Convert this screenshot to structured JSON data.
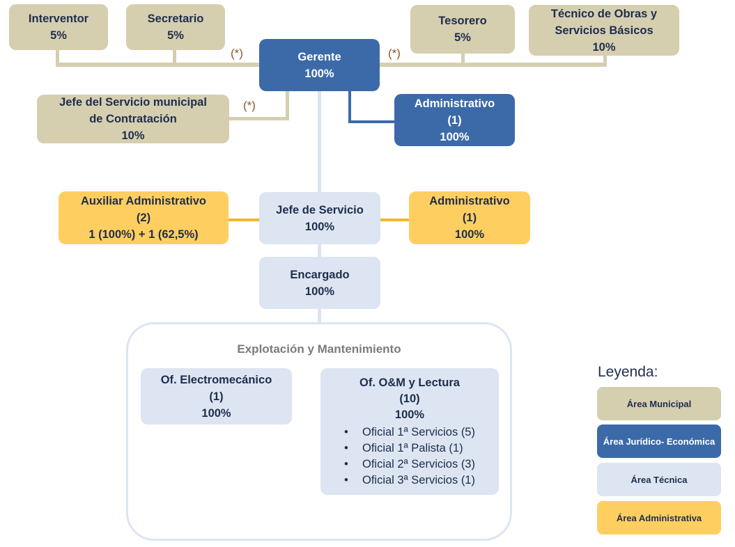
{
  "colors": {
    "area_municipal": "#d5cfb0",
    "area_juridico_economica": "#3c6aa8",
    "area_tecnica": "#dce5f1",
    "area_administrativa": "#fecf60",
    "text_dark": "#1f2d4d"
  },
  "nodes": {
    "interventor": {
      "title": "Interventor",
      "pct": "5%"
    },
    "secretario": {
      "title": "Secretario",
      "pct": "5%"
    },
    "tesorero": {
      "title": "Tesorero",
      "pct": "5%"
    },
    "tecnico_obras": {
      "title_1": "Técnico de Obras y",
      "title_2": "Servicios Básicos",
      "pct": "10%"
    },
    "gerente": {
      "title": "Gerente",
      "pct": "100%"
    },
    "jefe_contratacion": {
      "title_1": "Jefe del Servicio municipal",
      "title_2": "de Contratación",
      "pct": "10%"
    },
    "administrativo_jur": {
      "title": "Administrativo",
      "count": "(1)",
      "pct": "100%"
    },
    "auxiliar_admin": {
      "title": "Auxiliar Administrativo",
      "count": "(2)",
      "pct": "1 (100%) + 1 (62,5%)"
    },
    "jefe_servicio": {
      "title": "Jefe de Servicio",
      "pct": "100%"
    },
    "administrativo_adm": {
      "title": "Administrativo",
      "count": "(1)",
      "pct": "100%"
    },
    "encargado": {
      "title": "Encargado",
      "pct": "100%"
    }
  },
  "asterisk_note": "(*)",
  "group": {
    "title": "Explotación y Mantenimiento",
    "electromecanico": {
      "title": "Of. Electromecánico",
      "count": "(1)",
      "pct": "100%"
    },
    "om_lectura": {
      "title": "Of. O&M y Lectura",
      "count": "(10)",
      "pct": "100%",
      "bullet": "•",
      "items": [
        "Oficial 1ª Servicios (5)",
        "Oficial 1ª Palista (1)",
        "Oficial 2ª Servicios (3)",
        "Oficial 3ª Servicios (1)"
      ]
    }
  },
  "legend": {
    "title": "Leyenda:",
    "items": [
      "Área Municipal",
      "Área Jurídico- Económica",
      "Área Técnica",
      "Área Administrativa"
    ]
  }
}
